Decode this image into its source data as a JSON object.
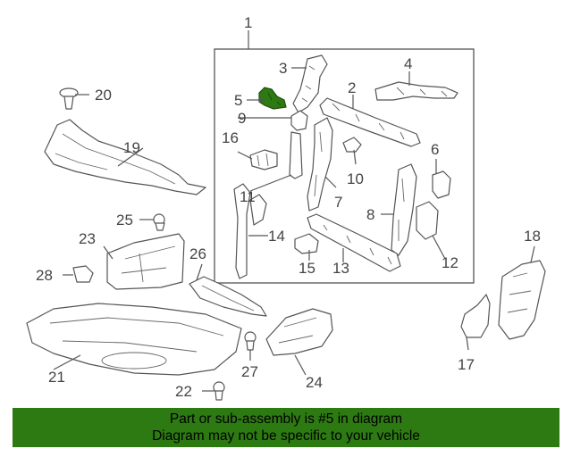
{
  "callouts": {
    "n1": "1",
    "n2": "2",
    "n3": "3",
    "n4": "4",
    "n5": "5",
    "n6": "6",
    "n7": "7",
    "n8": "8",
    "n9": "9",
    "n10": "10",
    "n11": "11",
    "n12": "12",
    "n13": "13",
    "n14": "14",
    "n15": "15",
    "n16": "16",
    "n17": "17",
    "n18": "18",
    "n19": "19",
    "n20": "20",
    "n21": "21",
    "n22": "22",
    "n23": "23",
    "n24": "24",
    "n25": "25",
    "n26": "26",
    "n27": "27",
    "n28": "28"
  },
  "highlighted_part": "5",
  "colors": {
    "banner": "#2e7a12",
    "highlight": "#2e7a12"
  },
  "banner": {
    "line1": "Part or sub-assembly is #5 in diagram",
    "line2": "Diagram may not be specific to your vehicle"
  }
}
